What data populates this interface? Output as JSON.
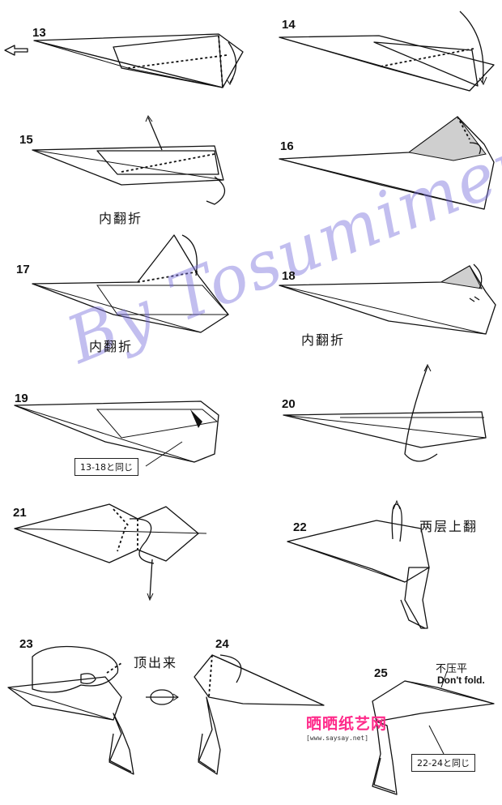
{
  "steps": [
    {
      "num": "13"
    },
    {
      "num": "14"
    },
    {
      "num": "15"
    },
    {
      "num": "16"
    },
    {
      "num": "17"
    },
    {
      "num": "18"
    },
    {
      "num": "19"
    },
    {
      "num": "20"
    },
    {
      "num": "21"
    },
    {
      "num": "22"
    },
    {
      "num": "23"
    },
    {
      "num": "24"
    },
    {
      "num": "25"
    }
  ],
  "captions": {
    "inside_reverse_15": "内翻折",
    "inside_reverse_17": "内翻折",
    "inside_reverse_18": "内翻折",
    "two_layers_up": "两层上翻",
    "push_out": "顶出来",
    "no_flatten": "不压平",
    "dont_fold": "Don't fold."
  },
  "notes": {
    "same_13_18": "13-18と同じ",
    "same_22_24": "22-24と同じ"
  },
  "watermark": "By Tosumimery",
  "logo": {
    "name": "晒晒纸艺网",
    "url": "[www.saysay.net]",
    "color": "#ff2a8a"
  }
}
